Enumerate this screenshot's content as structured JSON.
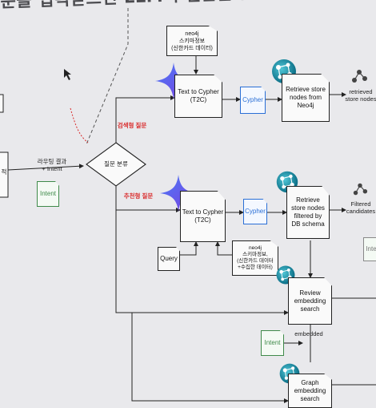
{
  "headline": "문을 입력받으면 LLM이 질문을 분류하여 다르게",
  "labels": {
    "routing_result": "라우팅 결과\n+ Intent",
    "left_text": "적",
    "intent_doc": "Intent",
    "classify": "질문 분류",
    "search_question": "검색형 질문",
    "recommend_question": "추천형 질문",
    "neo4j_top": "neo4j\n스키마정보\n(신한카드 데이터)",
    "t2c_top": "Text to Cypher\n(T2C)",
    "cypher_top": "Cypher",
    "retrieve_top": "Retrieve store\nnodes from\nNeo4j",
    "retrieved_nodes": "retrieved\nstore nodes",
    "t2c_mid": "Text to Cypher\n(T2C)",
    "cypher_mid": "Cypher",
    "retrieve_mid": "Retrieve\nstore nodes\nfiltered by\nDB schema",
    "filtered_candidates": "Filtered\ncandidates",
    "inte_right": "Inte",
    "query": "Query",
    "neo4j_mid": "neo4j\n스키마정보,\n(신한카드 데이터\n+수집한 데이터)",
    "review_search": "Review\nembedding\nsearch",
    "embedded": "embedded",
    "intent_bottom": "Intent",
    "graph_search": "Graph\nembedding\nsearch"
  },
  "icons": [
    "gemini-sparkle-icon",
    "neo4j-logo-icon",
    "graph-nodes-icon",
    "cursor-icon"
  ],
  "colors": {
    "accent_red": "#d92a2a",
    "cypher_blue": "#2a6fd6",
    "intent_green": "#3f8a4a",
    "neo_teal": "#1a8a9a"
  }
}
